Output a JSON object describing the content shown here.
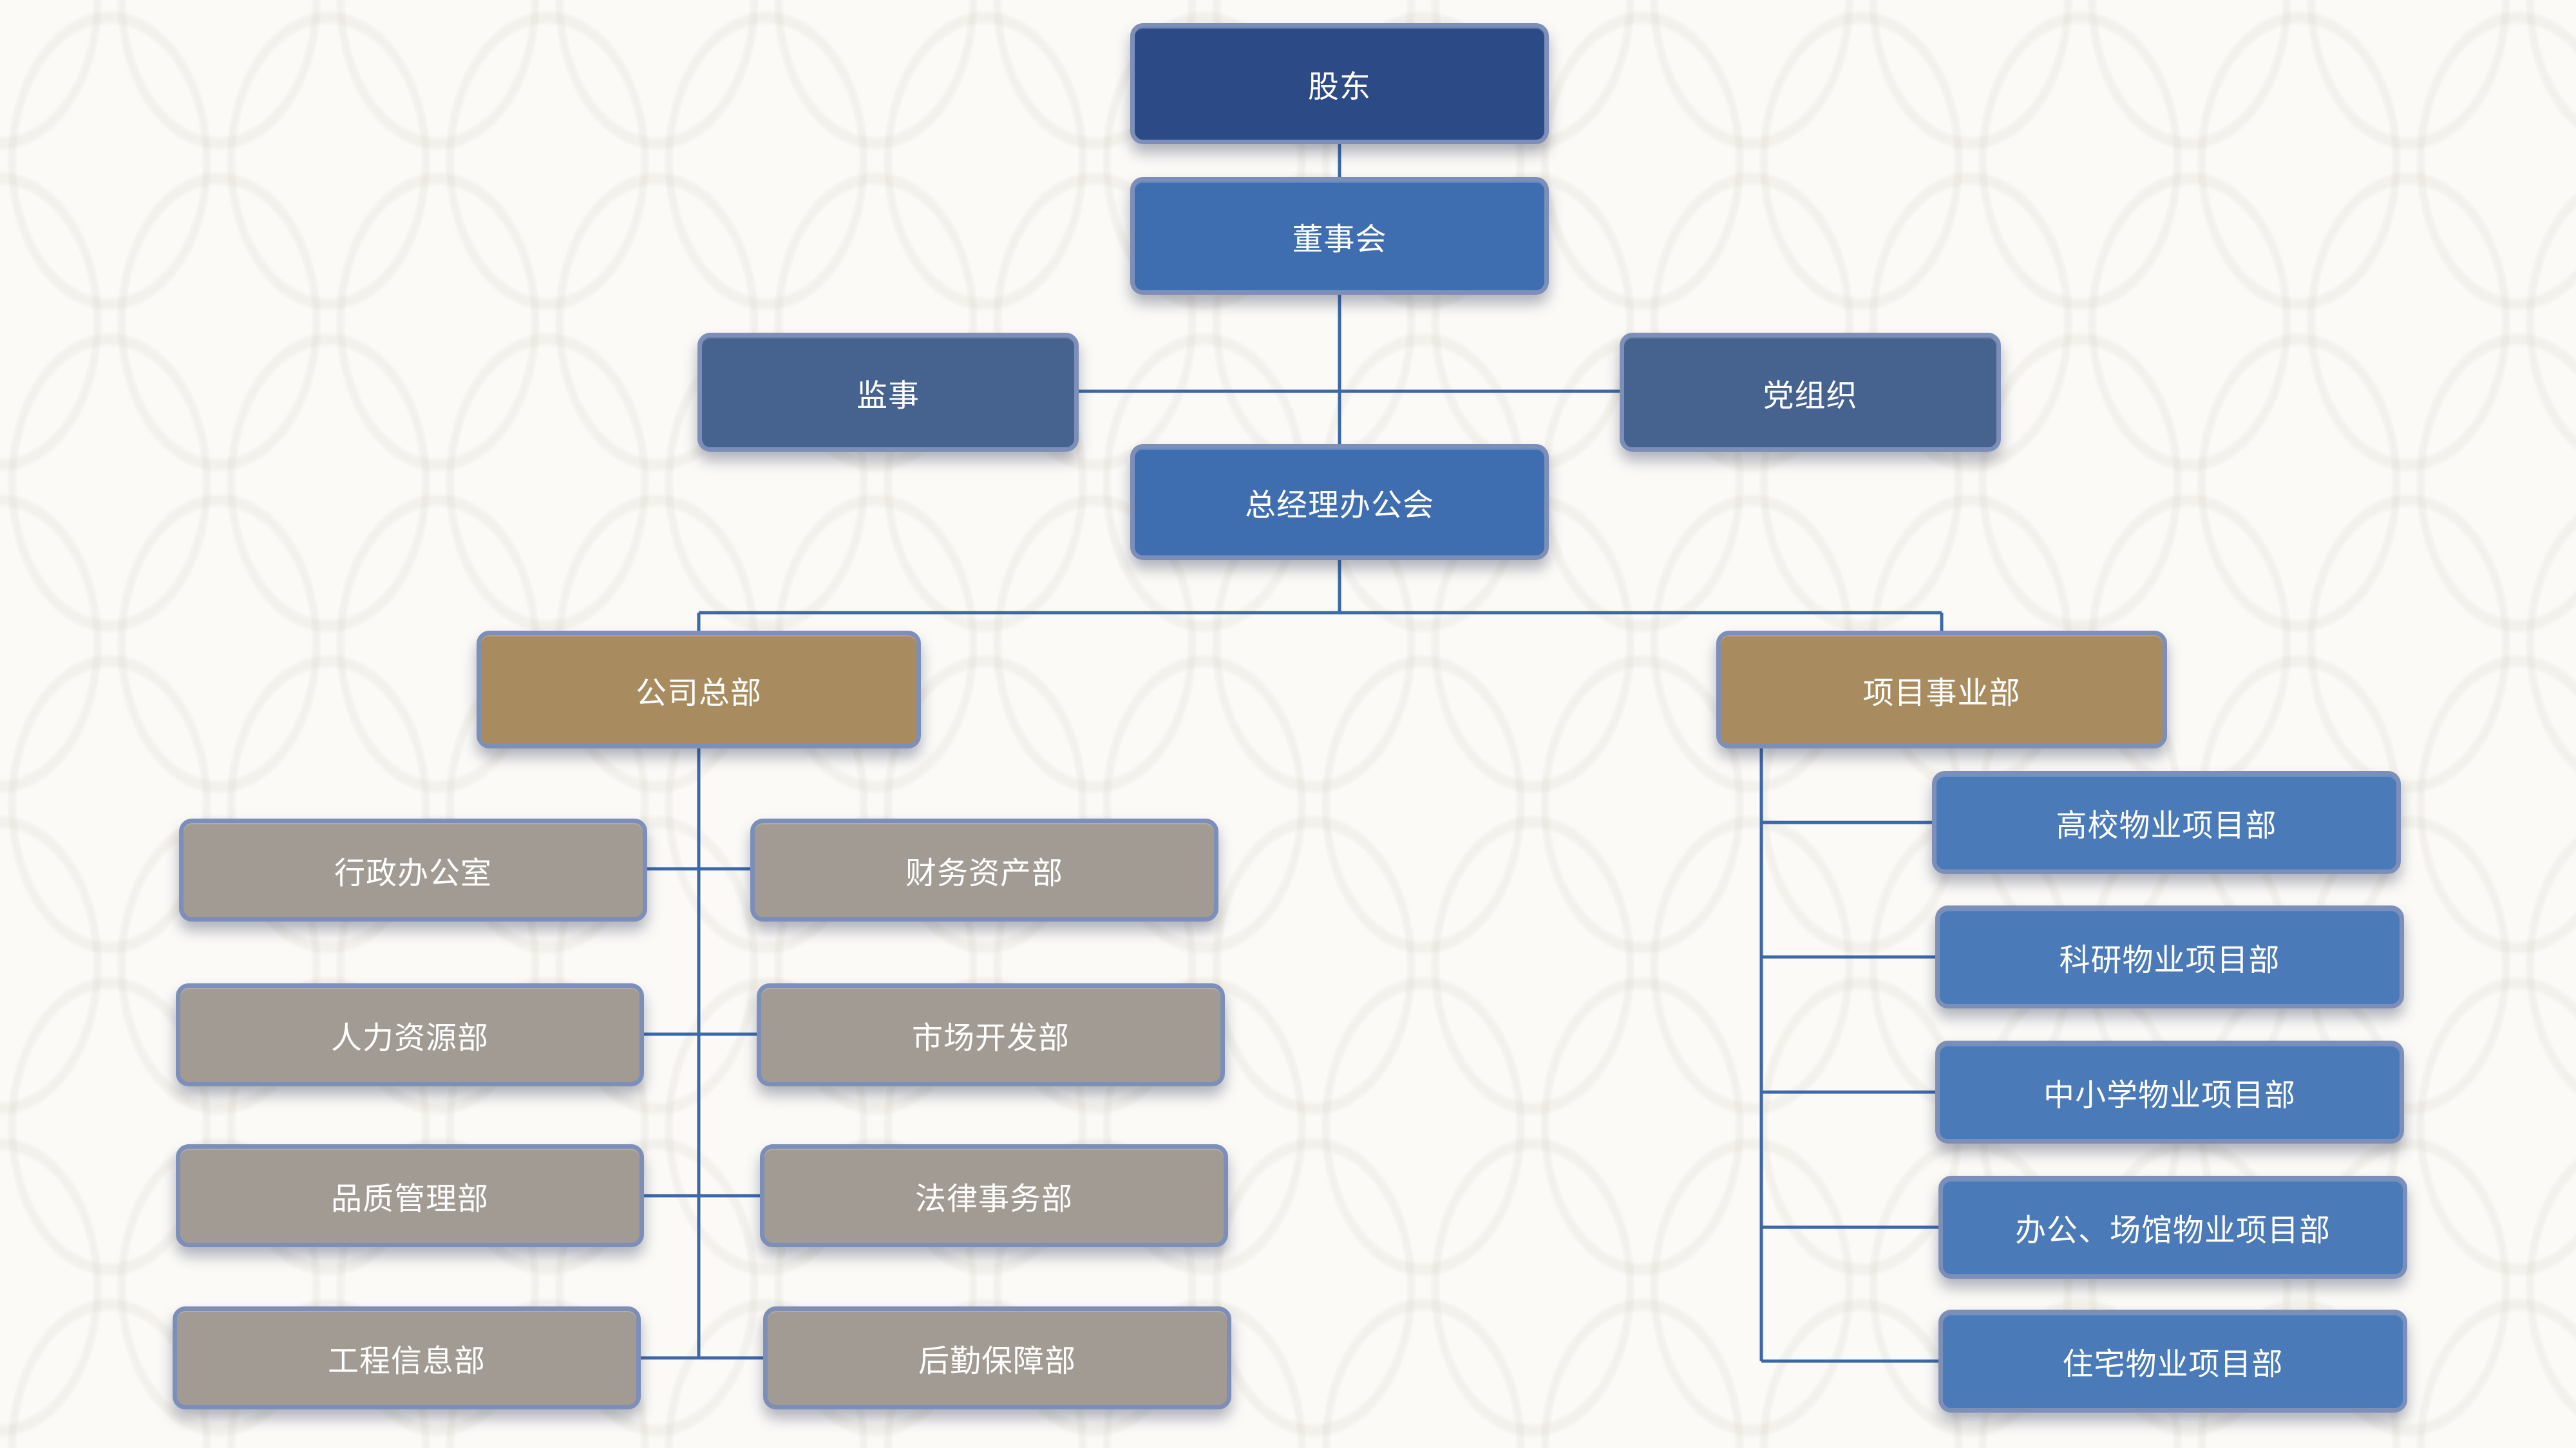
{
  "colors": {
    "navy": "#2c4a86",
    "blue": "#3e6db0",
    "slate": "#46628f",
    "gold": "#a88c5f",
    "gray": "#a29b93",
    "project_blue": "#4a7ab8",
    "connector": "#3d68a8"
  },
  "org": {
    "shareholders": "股东",
    "board": "董事会",
    "supervisor": "监事",
    "party": "党组织",
    "gm_office": "总经理办公会",
    "hq": "公司总部",
    "business": "项目事业部",
    "hq_depts": [
      "行政办公室",
      "财务资产部",
      "人力资源部",
      "市场开发部",
      "品质管理部",
      "法律事务部",
      "工程信息部",
      "后勤保障部"
    ],
    "projects": [
      "高校物业项目部",
      "科研物业项目部",
      "中小学物业项目部",
      "办公、场馆物业项目部",
      "住宅物业项目部"
    ]
  }
}
